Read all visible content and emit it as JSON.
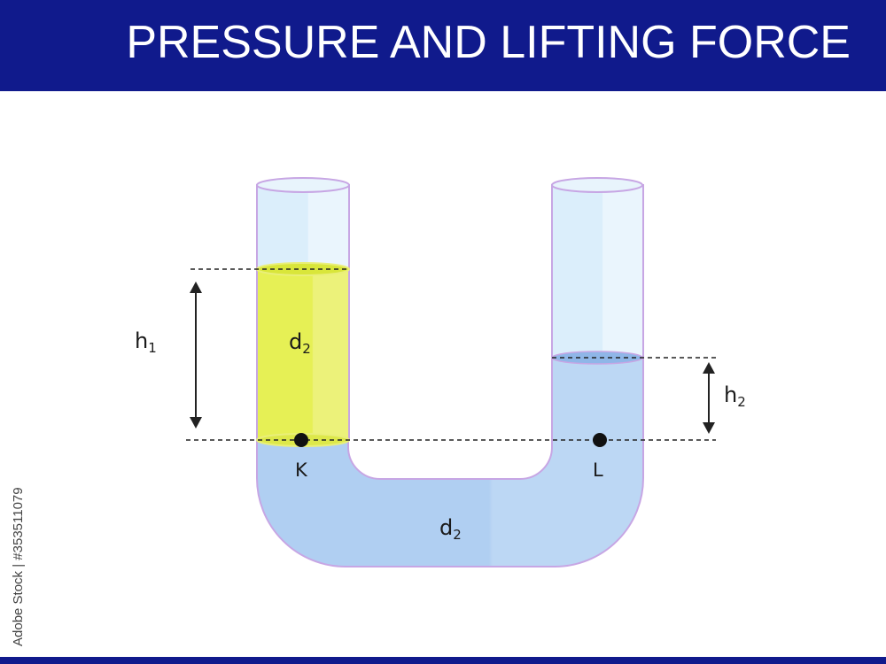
{
  "header": {
    "title": "PRESSURE AND LIFTING FORCE"
  },
  "diagram": {
    "left_liquid_label": "d",
    "left_liquid_sub": "2",
    "bottom_liquid_label": "d",
    "bottom_liquid_sub": "2",
    "h1_label": "h",
    "h1_sub": "1",
    "h2_label": "h",
    "h2_sub": "2",
    "point_k": "K",
    "point_l": "L"
  },
  "watermark": {
    "stock_id": "Adobe Stock | #353511079"
  },
  "colors": {
    "banner": "#101a8c",
    "left_liquid": "#e4ef5a",
    "right_liquid": "#b2d1f3",
    "glass": "#dff0fb",
    "tube_outline": "#c7a6e4"
  }
}
